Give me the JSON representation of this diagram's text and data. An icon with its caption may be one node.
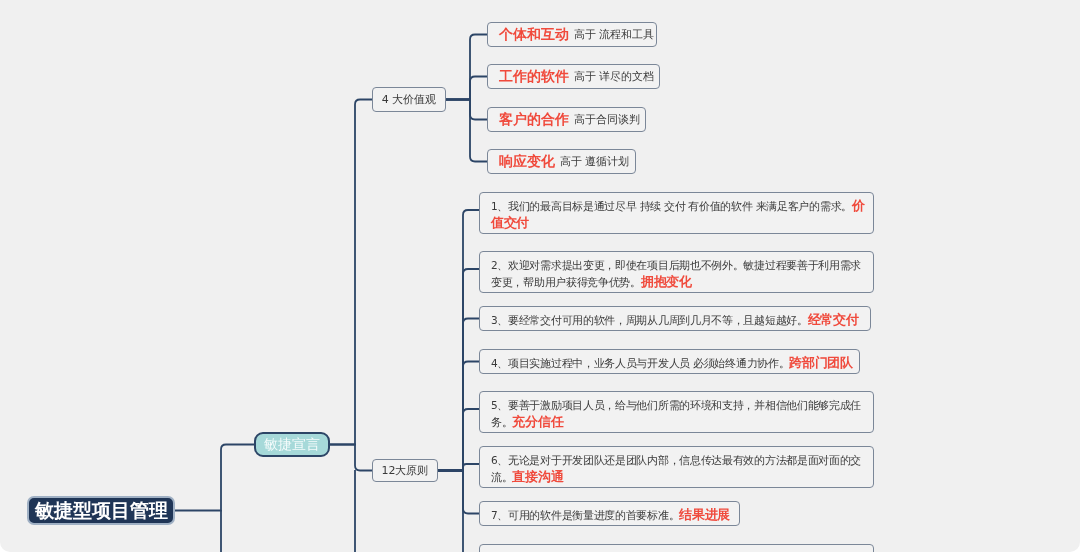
{
  "diagram": {
    "nodes": [
      {
        "text": [
          "敏捷型项目管理"
        ]
      },
      {
        "text": [
          "敏捷宣言"
        ]
      },
      {
        "text": [
          "4 大价值观"
        ]
      },
      {
        "text": [
          "个体和互动",
          "高于 流程和工具"
        ]
      },
      {
        "text": [
          "工作的软件",
          "高于 详尽的文档"
        ]
      },
      {
        "text": [
          "客户的合作",
          "高于合同谈判"
        ]
      },
      {
        "text": [
          "响应变化",
          "高于 遵循计划"
        ]
      },
      {
        "text": [
          "12大原则"
        ]
      },
      {
        "text": [
          "1、我们的最高目标是通过尽早 持续 交付 有价值的软件 来满足客户的需求。",
          "价值交付"
        ]
      },
      {
        "text": [
          "2、欢迎对需求提出变更，即使在项目后期也不例外。敏捷过程要善于利用需求变更，帮助用户获得竞争优势。",
          "拥抱变化"
        ]
      },
      {
        "text": [
          "3、要经常交付可用的软件，周期从几周到几月不等，且越短越好。",
          "经常交付"
        ]
      },
      {
        "text": [
          "4、项目实施过程中，业务人员与开发人员 必须始终通力协作。",
          "跨部门团队"
        ]
      },
      {
        "text": [
          "5、要善于激励项目人员，给与他们所需的环境和支持，并相信他们能够完成任务。",
          "充分信任"
        ]
      },
      {
        "text": [
          "6、无论是对于开发团队还是团队内部，信息传达最有效的方法都是面对面的交流。",
          "直接沟通"
        ]
      },
      {
        "text": [
          "7、可用的软件是衡量进度的首要标准。",
          "结果进展"
        ]
      },
      {
        "text": [],
        "shape": "box"
      }
    ],
    "edges": [
      {
        "from": 0,
        "to": 1,
        "arrow": "none"
      },
      {
        "from": 1,
        "to": 2,
        "arrow": "none"
      },
      {
        "from": 1,
        "to": 7,
        "arrow": "none"
      },
      {
        "from": 2,
        "to": 3,
        "arrow": "none"
      },
      {
        "from": 2,
        "to": 4,
        "arrow": "none"
      },
      {
        "from": 2,
        "to": 5,
        "arrow": "none"
      },
      {
        "from": 2,
        "to": 6,
        "arrow": "none"
      },
      {
        "from": 7,
        "to": 8,
        "arrow": "none"
      },
      {
        "from": 7,
        "to": 9,
        "arrow": "none"
      },
      {
        "from": 7,
        "to": 10,
        "arrow": "none"
      },
      {
        "from": 7,
        "to": 11,
        "arrow": "none"
      },
      {
        "from": 7,
        "to": 12,
        "arrow": "none"
      },
      {
        "from": 7,
        "to": 13,
        "arrow": "none"
      },
      {
        "from": 7,
        "to": 14,
        "arrow": "none"
      },
      {
        "from": 7,
        "to": 15,
        "arrow": "none"
      }
    ]
  }
}
